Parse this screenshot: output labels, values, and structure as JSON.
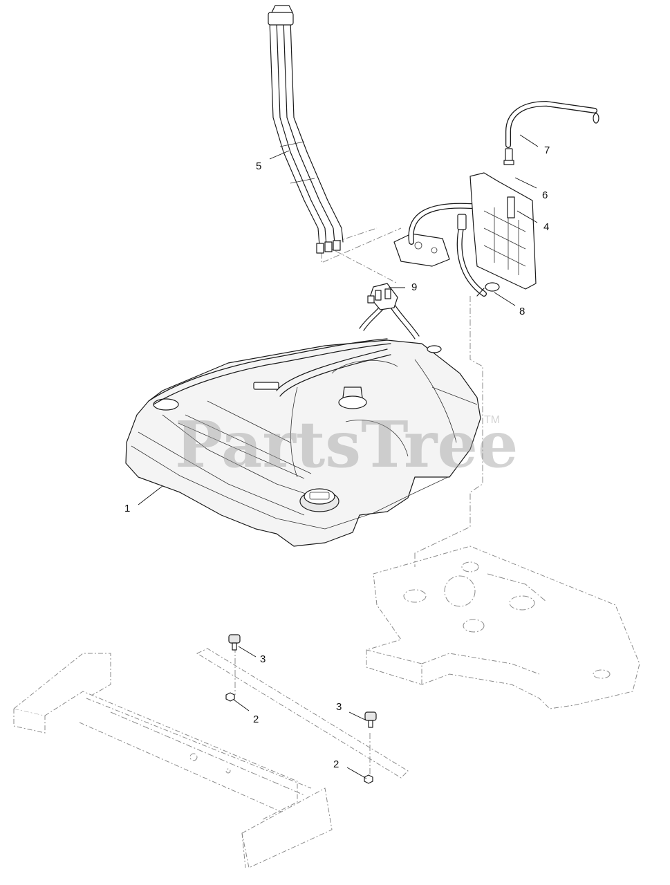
{
  "watermark": {
    "text": "PartsTree",
    "trademark": "TM"
  },
  "callouts": [
    {
      "id": "1",
      "label": "1"
    },
    {
      "id": "2a",
      "label": "2"
    },
    {
      "id": "2b",
      "label": "2"
    },
    {
      "id": "3a",
      "label": "3"
    },
    {
      "id": "3b",
      "label": "3"
    },
    {
      "id": "4",
      "label": "4"
    },
    {
      "id": "5",
      "label": "5"
    },
    {
      "id": "6",
      "label": "6"
    },
    {
      "id": "7",
      "label": "7"
    },
    {
      "id": "8",
      "label": "8"
    },
    {
      "id": "9",
      "label": "9"
    }
  ]
}
